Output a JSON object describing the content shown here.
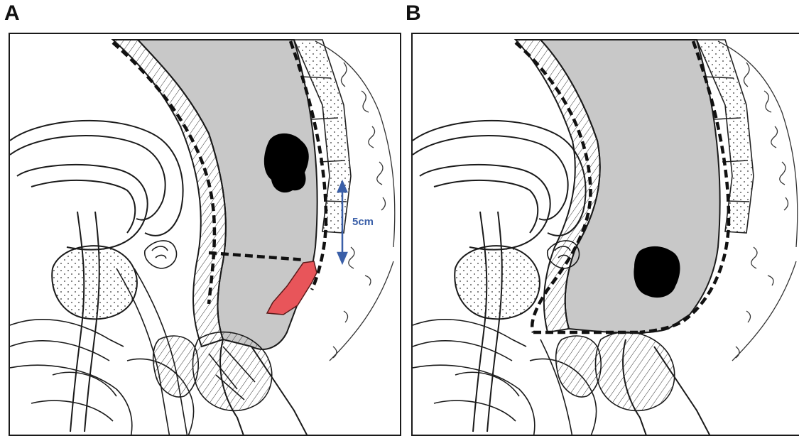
{
  "figure": {
    "panels": [
      {
        "letter": "A"
      },
      {
        "letter": "B"
      }
    ],
    "measurement_label": "5cm",
    "colors": {
      "tissue_fill": "#c8c8c8",
      "tumor": "#000000",
      "highlight": "#e8555a",
      "measure_arrow": "#3a5fa8",
      "outline": "#1a1a1a"
    }
  }
}
